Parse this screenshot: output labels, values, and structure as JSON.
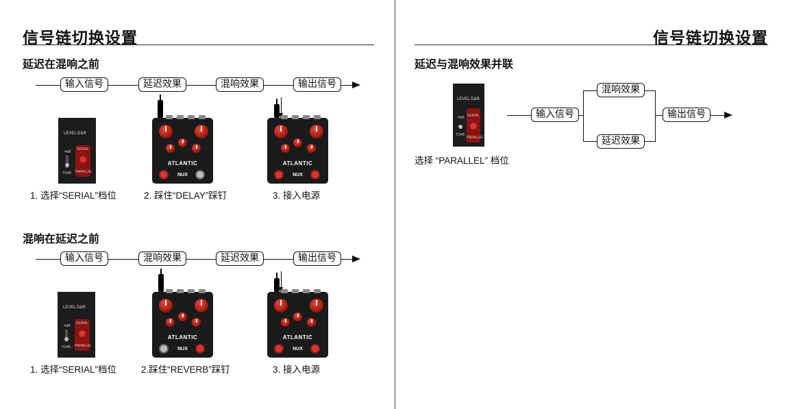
{
  "left": {
    "title": "信号链切换设置",
    "section1": {
      "heading": "延迟在混响之前",
      "chain": [
        "输入信号",
        "延迟效果",
        "混响效果",
        "输出信号"
      ],
      "steps": [
        "1. 选择“SERIAL”档位",
        "2. 踩住“DELAY”踩钉",
        "3. 接入电源"
      ]
    },
    "section2": {
      "heading": "混响在延迟之前",
      "chain": [
        "输入信号",
        "混响效果",
        "延迟效果",
        "输出信号"
      ],
      "steps": [
        "1. 选择“SERIAL”档位",
        "2.踩住“REVERB”踩钉",
        "3. 接入电源"
      ]
    }
  },
  "right": {
    "title": "信号链切换设置",
    "section": {
      "heading": "延迟与混响效果并联",
      "input": "输入信号",
      "branch_top": "混响效果",
      "branch_bottom": "延迟效果",
      "output": "输出信号",
      "caption": "选择 “PARALLEL” 档位"
    }
  },
  "device": {
    "switch_label": "LEVEL D&R",
    "switch_serial": "SERIAL",
    "switch_parallel": "PARALLEL",
    "switch_db": "-4dB",
    "switch_to": "TO4B",
    "pedal_name": "ATLANTIC",
    "pedal_brand": "NUX"
  },
  "colors": {
    "pedal_red": "#a21",
    "pedal_body": "#1a1a1a",
    "line": "#111111"
  }
}
